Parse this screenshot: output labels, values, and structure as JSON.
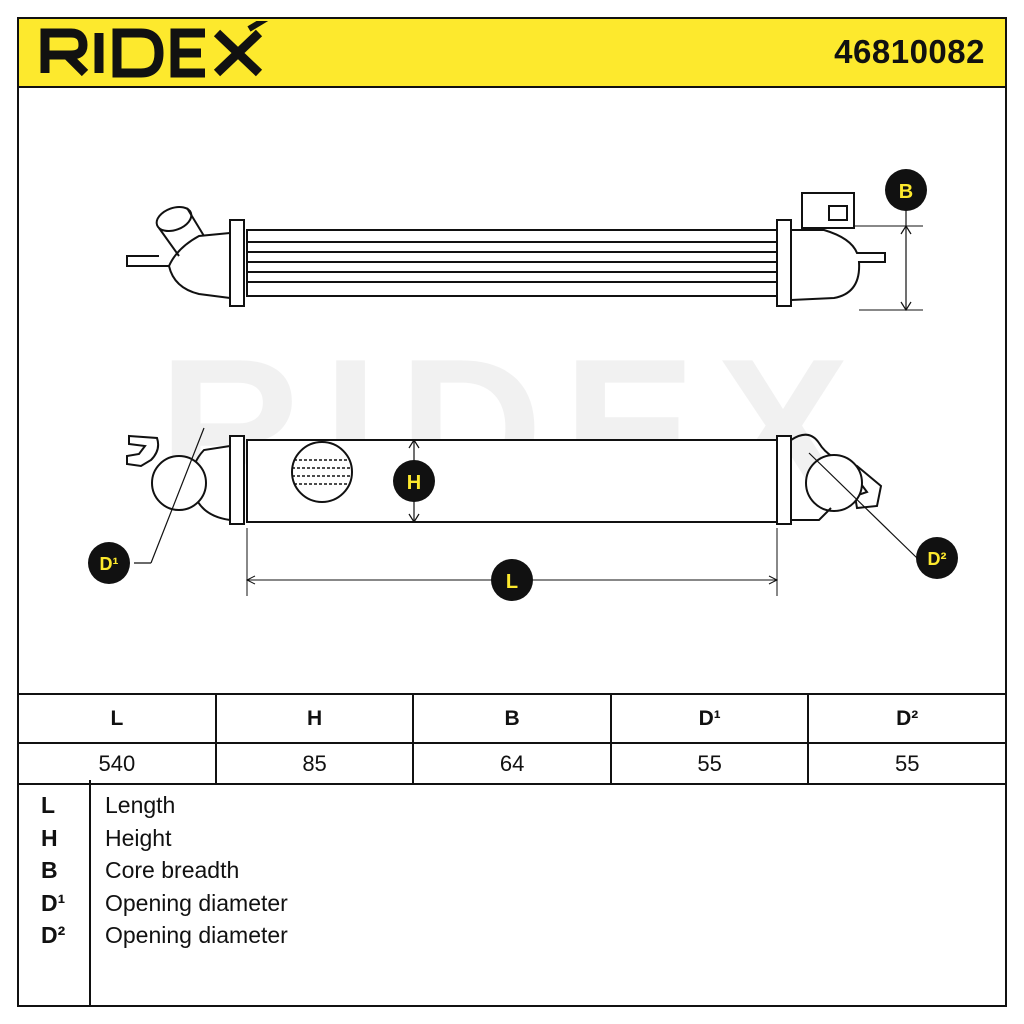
{
  "header": {
    "brand": "RIDEX",
    "part_number": "46810082",
    "background_color": "#fde92d"
  },
  "drawing": {
    "watermark": "RIDEX",
    "callouts": {
      "B": "B",
      "H": "H",
      "L": "L",
      "D1": "D¹",
      "D2": "D²"
    }
  },
  "dimensions_table": {
    "headers": [
      "L",
      "H",
      "B",
      "D¹",
      "D²"
    ],
    "values": [
      "540",
      "85",
      "64",
      "55",
      "55"
    ]
  },
  "legend": [
    {
      "key": "L",
      "description": "Length"
    },
    {
      "key": "H",
      "description": "Height"
    },
    {
      "key": "B",
      "description": "Core breadth"
    },
    {
      "key": "D¹",
      "description": "Opening diameter"
    },
    {
      "key": "D²",
      "description": "Opening diameter"
    }
  ]
}
